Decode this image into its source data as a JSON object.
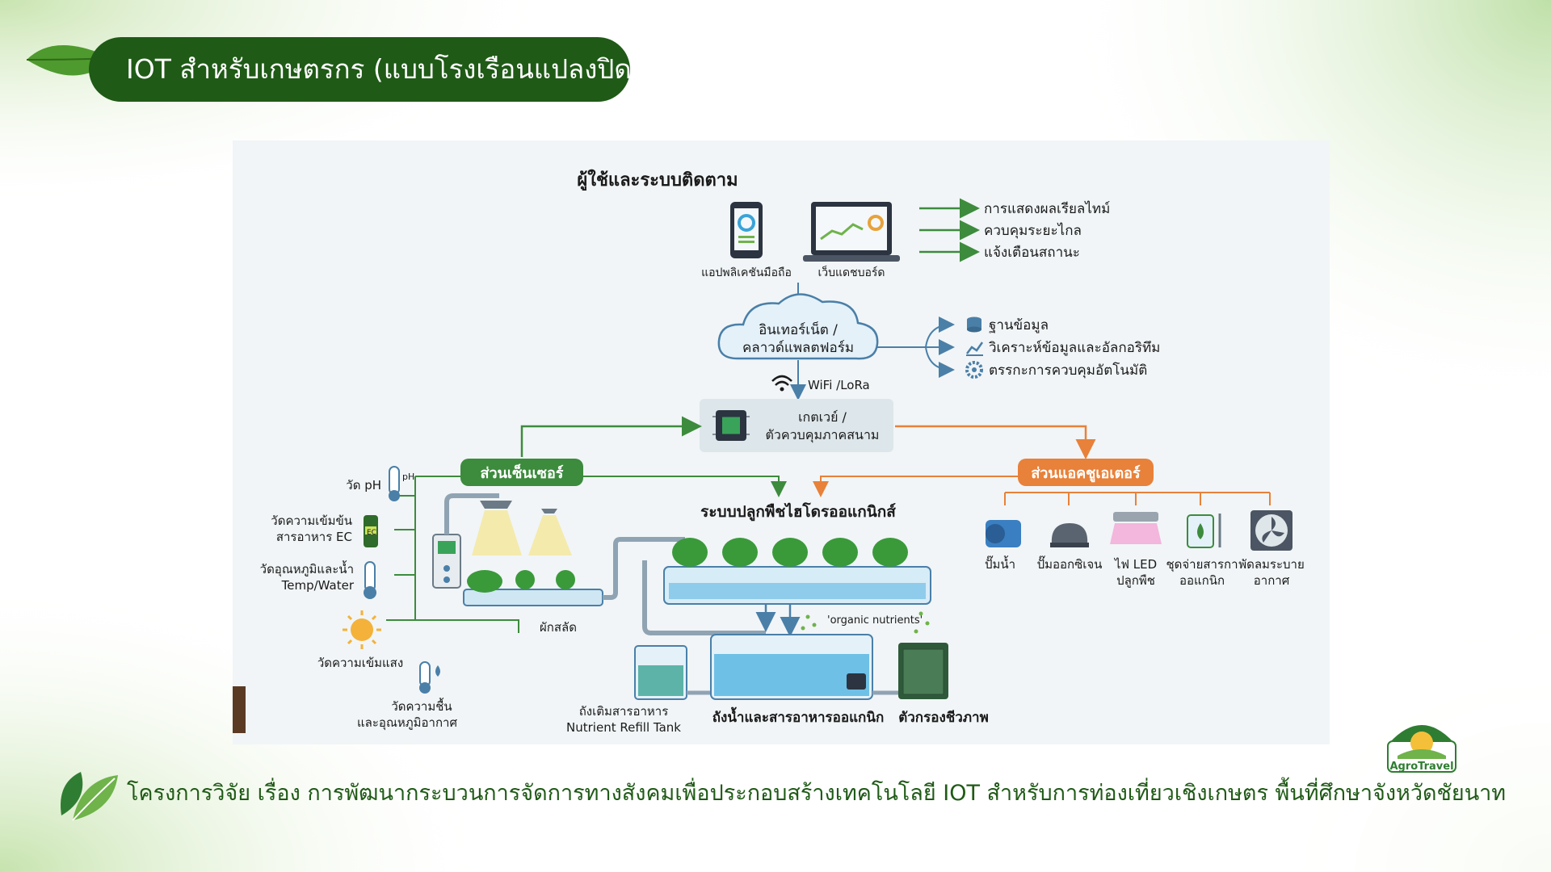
{
  "header": {
    "title": "IOT สำหรับเกษตรกร (แบบโรงเรือนแปลงปิด)"
  },
  "footer": {
    "text": "โครงการวิจัย เรื่อง การพัฒนากระบวนการจัดการทางสังคมเพื่อประกอบสร้างเทคโนโลยี IOT   สำหรับการท่องเที่ยวเชิงเกษตร พื้นที่ศึกษาจังหวัดชัยนาท"
  },
  "logo": {
    "text": "AgroTravel"
  },
  "diagram": {
    "user_title": "ผู้ใช้และระบบติดตาม",
    "mobile_label": "แอปพลิเคชันมือถือ",
    "dashboard_label": "เว็บแดชบอร์ด",
    "outputs": [
      "การแสดงผลเรียลไทม์",
      "ควบคุมระยะไกล",
      "แจ้งเตือนสถานะ"
    ],
    "cloud_line1": "อินเทอร์เน็ต /",
    "cloud_line2": "คลาวด์แพลตฟอร์ม",
    "cloud_services": [
      "ฐานข้อมูล",
      "วิเคราะห์ข้อมูลและอัลกอริทึม",
      "ตรรกะการควบคุมอัตโนมัติ"
    ],
    "wifi_label": "WiFi /LoRa",
    "gateway_line1": "เกตเวย์ /",
    "gateway_line2": "ตัวควบคุมภาคสนาม",
    "sensor_title": "ส่วนเซ็นเซอร์",
    "actuator_title": "ส่วนแอคชูเอเตอร์",
    "sensors": {
      "ph": "วัด pH",
      "ec_line1": "วัดความเข้มข้น",
      "ec_line2": "สารอาหาร EC",
      "temp_line1": "วัดอุณหภูมิและน้ำ",
      "temp_line2": "Temp/Water",
      "light": "วัดความเข้มแสง",
      "humidity_line1": "วัดความชื้น",
      "humidity_line2": "และอุณหภูมิอากาศ"
    },
    "ph_tag": "pH",
    "ec_tag": "EC",
    "lettuce_label": "ผักสลัด",
    "hydro_title": "ระบบปลูกพืชไฮโดรออแกนิกส์",
    "organic_label": "'organic nutrients'",
    "tanks": {
      "refill_line1": "ถังเติมสารอาหาร",
      "refill_line2": "Nutrient Refill Tank",
      "main": "ถังน้ำและสารอาหารออแกนิก",
      "filter": "ตัวกรองชีวภาพ"
    },
    "actuators": [
      {
        "line1": "ปั๊มน้ำ",
        "line2": ""
      },
      {
        "line1": "ปั๊มออกซิเจน",
        "line2": ""
      },
      {
        "line1": "ไฟ LED",
        "line2": "ปลูกพืช"
      },
      {
        "line1": "ชุดจ่ายสารกา",
        "line2": "ออแกนิก"
      },
      {
        "line1": "พัดลมระบาย",
        "line2": "อากาศ"
      }
    ]
  },
  "colors": {
    "dark_green": "#1f5a16",
    "sensor_green": "#3d8b3d",
    "actuator_orange": "#e8813a",
    "arrow_blue": "#4a7fa8"
  }
}
